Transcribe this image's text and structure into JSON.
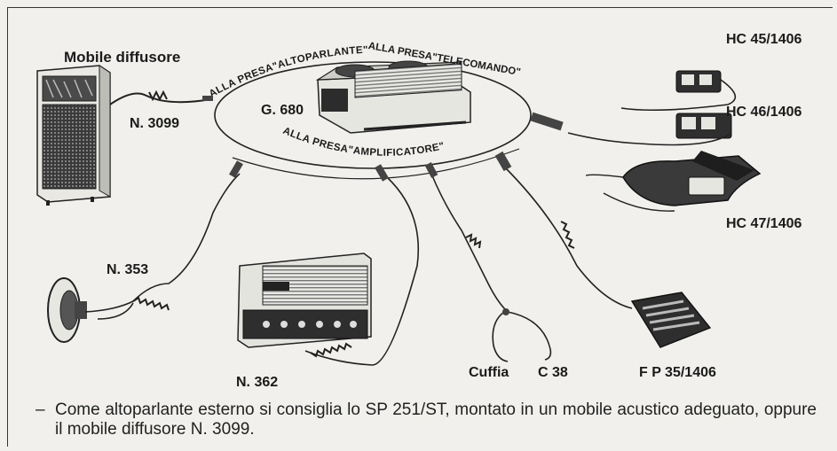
{
  "diagram": {
    "labels": {
      "mobile_diffusore": "Mobile diffusore",
      "n3099": "N. 3099",
      "g680": "G. 680",
      "presa_altoparlante": "ALLA PRESA\"ALTOPARLANTE\"",
      "presa_telecomando": "ALLA PRESA\"TELECOMANDO\"",
      "presa_amplificatore": "ALLA PRESA\"AMPLIFICATORE\"",
      "hc45": "HC 45/1406",
      "hc46": "HC 46/1406",
      "hc47": "HC 47/1406",
      "n353": "N. 353",
      "n362": "N. 362",
      "cuffia": "Cuffia",
      "c38": "C 38",
      "fp35": "F P 35/1406"
    },
    "caption": {
      "dash": "–",
      "text": "Come altoparlante esterno si consiglia lo SP 251/ST, montato in un mobile acustico adeguato, oppure il mobile diffusore N. 3099."
    }
  }
}
